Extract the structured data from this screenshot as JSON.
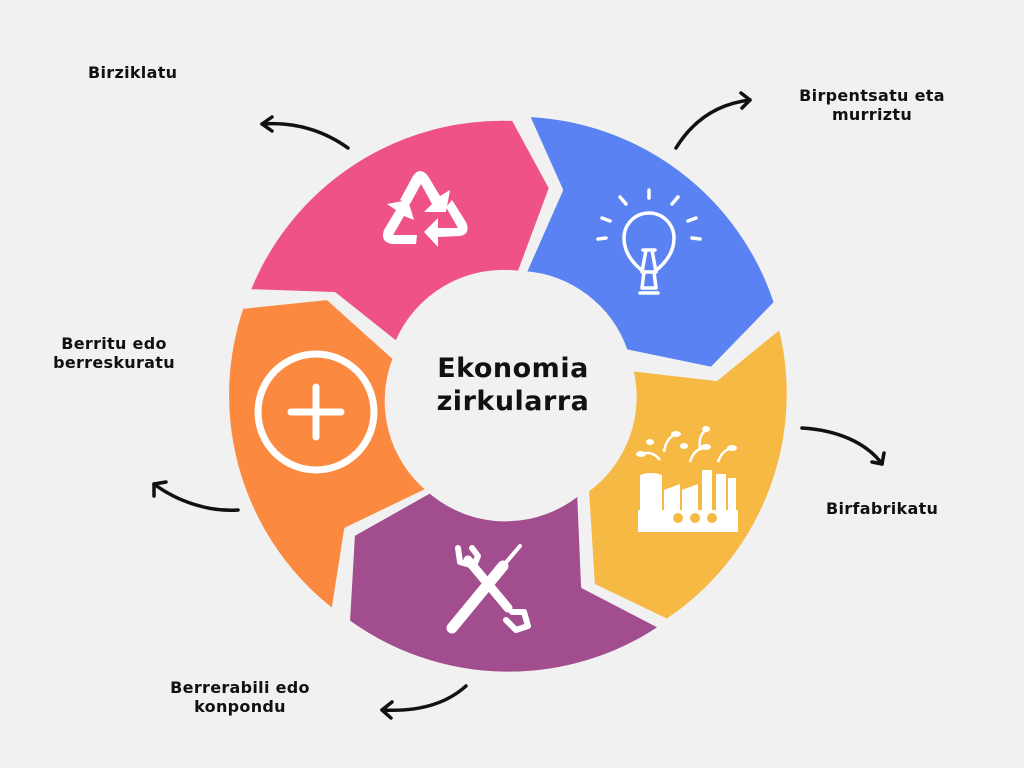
{
  "title": {
    "line1": "Ekonomia",
    "line2": "zirkularra"
  },
  "stages": [
    {
      "line1": "Birziklatu",
      "line2": "",
      "icon": "recycle-icon",
      "color": "#ef5289"
    },
    {
      "line1": "Birpentsatu eta",
      "line2": "murriztu",
      "icon": "lightbulb-icon",
      "color": "#5b82f2"
    },
    {
      "line1": "Birfabrikatu",
      "line2": "",
      "icon": "factory-icon",
      "color": "#f5b944"
    },
    {
      "line1": "Berrerabili edo",
      "line2": "konpondu",
      "icon": "tools-icon",
      "color": "#a24e8e"
    },
    {
      "line1": "Berritu edo",
      "line2": "berreskuratu",
      "icon": "plus-circle-icon",
      "color": "#fb8a40"
    }
  ]
}
